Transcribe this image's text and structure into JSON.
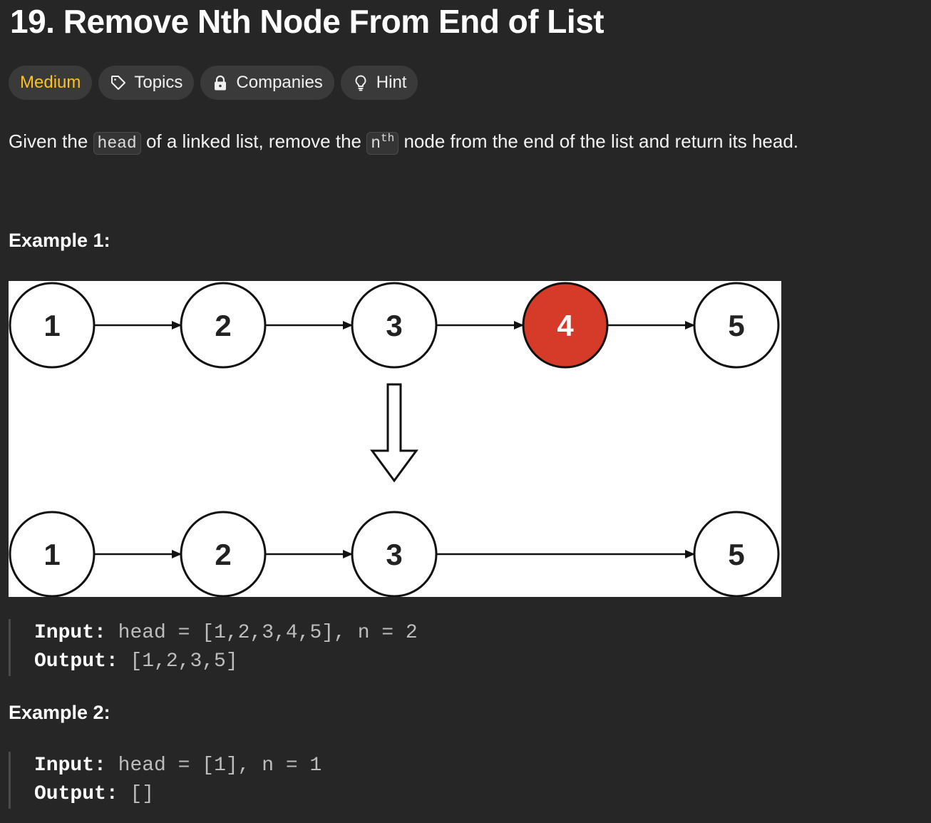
{
  "problem": {
    "title": "19. Remove Nth Node From End of List"
  },
  "chips": {
    "difficulty": "Medium",
    "topics": "Topics",
    "companies": "Companies",
    "hint": "Hint"
  },
  "description": {
    "part1": "Given the ",
    "code_head": "head",
    "part2": " of a linked list, remove the ",
    "code_n": "n",
    "code_n_sup": "th",
    "part3": " node from the end of the list and return its head."
  },
  "example1": {
    "heading": "Example 1:",
    "input_label": "Input:",
    "input_value": "head = [1,2,3,4,5], n = 2",
    "output_label": "Output:",
    "output_value": "[1,2,3,5]",
    "diagram": {
      "top_row": [
        "1",
        "2",
        "3",
        "4",
        "5"
      ],
      "removed_node": "4",
      "bottom_row": [
        "1",
        "2",
        "3",
        "5"
      ],
      "highlight_color": "#d63a28"
    }
  },
  "example2": {
    "heading": "Example 2:",
    "input_label": "Input:",
    "input_value": "head = [1], n = 1",
    "output_label": "Output:",
    "output_value": "[]"
  }
}
